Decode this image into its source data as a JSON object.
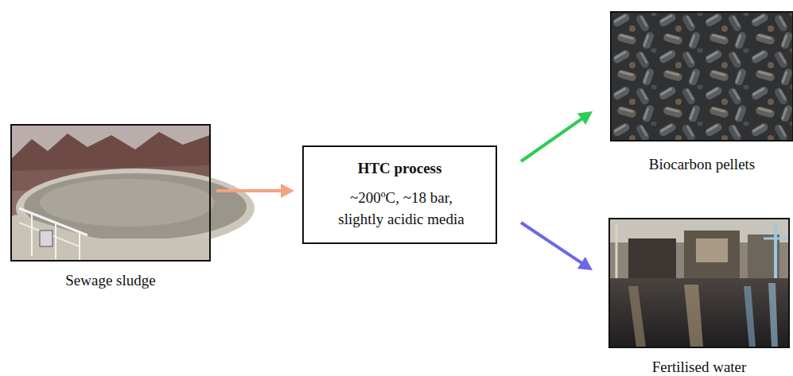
{
  "diagram": {
    "nodes": [
      {
        "text": [
          "Sewage sludge"
        ]
      },
      {
        "text": [
          "HTC process",
          "~200ºC, ~18 bar, slightly acidic media"
        ]
      },
      {
        "text": [
          "Biocarbon pellets"
        ]
      },
      {
        "text": [
          "Fertilised water"
        ]
      }
    ],
    "edges": [
      {
        "from": 0,
        "to": 1,
        "arrow": "to"
      },
      {
        "from": 1,
        "to": 2,
        "arrow": "to"
      },
      {
        "from": 1,
        "to": 3,
        "arrow": "to"
      }
    ]
  }
}
